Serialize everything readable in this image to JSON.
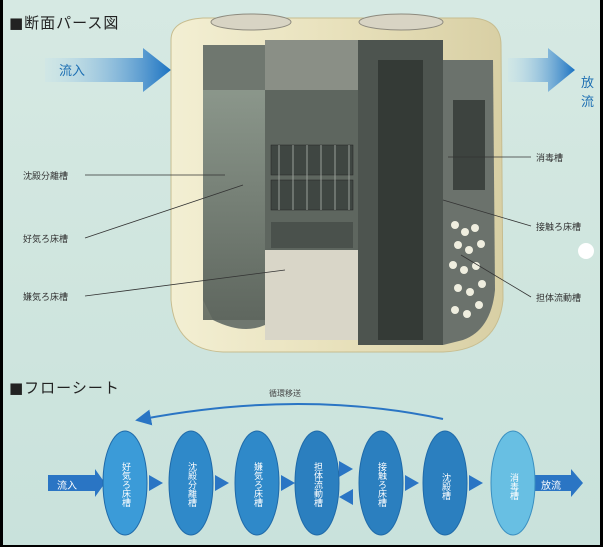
{
  "section1": {
    "title": "■断面パース図"
  },
  "inflow_label": "流入",
  "outflow_label": "放流",
  "tank_labels": {
    "left": [
      "沈殿分離槽",
      "好気ろ床槽",
      "嫌気ろ床槽"
    ],
    "right": [
      "消毒槽",
      "接触ろ床槽",
      "担体流動槽"
    ]
  },
  "section2": {
    "title": "■フローシート"
  },
  "recirculation_label": "循環移送",
  "flow": {
    "start": "流入",
    "end": "放流",
    "nodes": [
      {
        "text": "好気ろ床槽",
        "color": "#3b9bd8"
      },
      {
        "text": "沈殿分離槽",
        "color": "#2f89c9"
      },
      {
        "text": "嫌気ろ床槽",
        "color": "#2f89c9"
      },
      {
        "text": "担体流動槽",
        "color": "#2b7fbf"
      },
      {
        "text": "接触ろ床槽",
        "color": "#2b7fbf"
      },
      {
        "text": "沈殿槽",
        "color": "#2b7fbf"
      },
      {
        "text": "消毒槽",
        "color": "#68bfe3"
      }
    ]
  },
  "colors": {
    "background": "#d0e6df",
    "flow_blue": "#2f89c9",
    "arrow_blue": "#2a75c4",
    "tank_shell": "#e9e3c0"
  }
}
